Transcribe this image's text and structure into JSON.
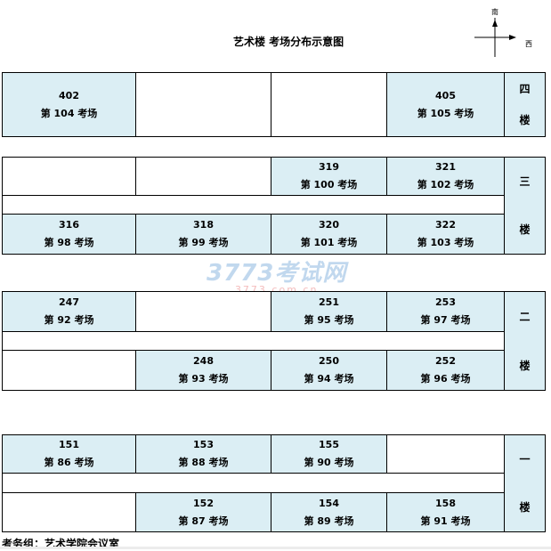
{
  "title": "艺术楼 考场分布示意图",
  "compass": {
    "up": "南",
    "right": "西"
  },
  "watermark": {
    "logo": "3773考试网",
    "url": "3773.com.cn"
  },
  "floors": [
    {
      "label_top": "四",
      "label_bottom": "楼",
      "top_row": [
        {
          "room": "402",
          "exam": "第 104 考场"
        },
        null,
        null,
        {
          "room": "405",
          "exam": "第 105 考场"
        }
      ],
      "bottom_row": null
    },
    {
      "label_top": "三",
      "label_bottom": "楼",
      "top_row": [
        null,
        null,
        {
          "room": "319",
          "exam": "第 100 考场"
        },
        {
          "room": "321",
          "exam": "第 102 考场"
        }
      ],
      "bottom_row": [
        {
          "room": "316",
          "exam": "第 98 考场"
        },
        {
          "room": "318",
          "exam": "第 99 考场"
        },
        {
          "room": "320",
          "exam": "第 101 考场"
        },
        {
          "room": "322",
          "exam": "第 103 考场"
        }
      ]
    },
    {
      "label_top": "二",
      "label_bottom": "楼",
      "top_row": [
        {
          "room": "247",
          "exam": "第 92 考场"
        },
        null,
        {
          "room": "251",
          "exam": "第 95 考场"
        },
        {
          "room": "253",
          "exam": "第 97 考场"
        }
      ],
      "bottom_row": [
        null,
        {
          "room": "248",
          "exam": "第 93 考场"
        },
        {
          "room": "250",
          "exam": "第 94 考场"
        },
        {
          "room": "252",
          "exam": "第 96 考场"
        }
      ]
    },
    {
      "label_top": "一",
      "label_bottom": "楼",
      "top_row": [
        {
          "room": "151",
          "exam": "第 86 考场"
        },
        {
          "room": "153",
          "exam": "第 88 考场"
        },
        {
          "room": "155",
          "exam": "第 90 考场"
        },
        null
      ],
      "bottom_row": [
        null,
        {
          "room": "152",
          "exam": "第 87 考场"
        },
        {
          "room": "154",
          "exam": "第 89 考场"
        },
        {
          "room": "158",
          "exam": "第 91 考场"
        }
      ]
    }
  ],
  "footer": "考务组：艺术学院会议室"
}
